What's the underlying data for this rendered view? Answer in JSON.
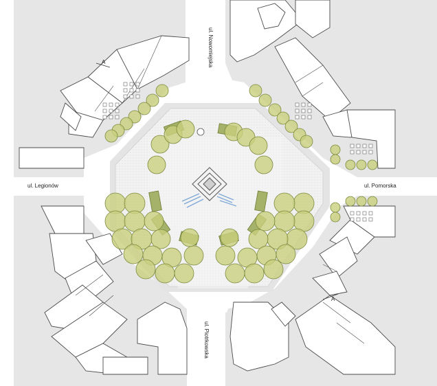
{
  "streets": {
    "north": "ul. Nowomiejska",
    "west": "ul. Legionów",
    "east": "ul. Pomorska",
    "south": "ul. Piotrkowska"
  },
  "section_marks": {
    "nw": "A",
    "se": "A"
  },
  "colors": {
    "background": "#ffffff",
    "building_fill": "#ffffff",
    "building_stroke": "#4a4a4a",
    "sidewalk": "#e6e6e6",
    "plaza": "#f1f1f1",
    "plaza_border": "#d8d8d8",
    "tree_fill": "#c9cf7e",
    "tree_stroke": "#7c8a3c",
    "tree_shadow": "#9aa06a",
    "hedge_fill": "#a5b36a",
    "fountain_blue": "#7fa8d8",
    "street": "#ffffff"
  },
  "icons": {
    "monument": "diamond-monument-icon",
    "tree": "tree-canopy-icon",
    "seating": "cafe-table-icon"
  }
}
